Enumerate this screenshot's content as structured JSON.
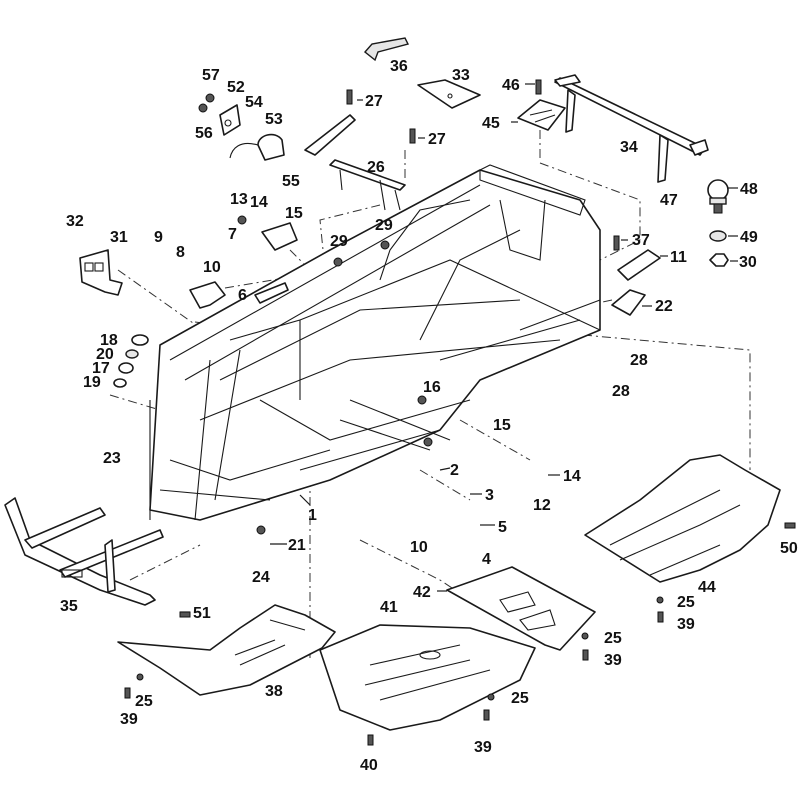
{
  "diagram": {
    "title": "Frame assembly exploded view",
    "callouts": [
      {
        "id": "c1",
        "label": "1"
      },
      {
        "id": "c2",
        "label": "2"
      },
      {
        "id": "c3",
        "label": "3"
      },
      {
        "id": "c4",
        "label": "4"
      },
      {
        "id": "c5",
        "label": "5"
      },
      {
        "id": "c6",
        "label": "6"
      },
      {
        "id": "c7",
        "label": "7"
      },
      {
        "id": "c8",
        "label": "8"
      },
      {
        "id": "c9",
        "label": "9"
      },
      {
        "id": "c10a",
        "label": "10"
      },
      {
        "id": "c10b",
        "label": "10"
      },
      {
        "id": "c11",
        "label": "11"
      },
      {
        "id": "c12",
        "label": "12"
      },
      {
        "id": "c13",
        "label": "13"
      },
      {
        "id": "c14a",
        "label": "14"
      },
      {
        "id": "c14b",
        "label": "14"
      },
      {
        "id": "c15a",
        "label": "15"
      },
      {
        "id": "c15b",
        "label": "15"
      },
      {
        "id": "c16",
        "label": "16"
      },
      {
        "id": "c17",
        "label": "17"
      },
      {
        "id": "c18",
        "label": "18"
      },
      {
        "id": "c19",
        "label": "19"
      },
      {
        "id": "c20",
        "label": "20"
      },
      {
        "id": "c21",
        "label": "21"
      },
      {
        "id": "c22",
        "label": "22"
      },
      {
        "id": "c23",
        "label": "23"
      },
      {
        "id": "c24",
        "label": "24"
      },
      {
        "id": "c25a",
        "label": "25"
      },
      {
        "id": "c25b",
        "label": "25"
      },
      {
        "id": "c25c",
        "label": "25"
      },
      {
        "id": "c25d",
        "label": "25"
      },
      {
        "id": "c26",
        "label": "26"
      },
      {
        "id": "c27a",
        "label": "27"
      },
      {
        "id": "c27b",
        "label": "27"
      },
      {
        "id": "c28a",
        "label": "28"
      },
      {
        "id": "c28b",
        "label": "28"
      },
      {
        "id": "c29a",
        "label": "29"
      },
      {
        "id": "c29b",
        "label": "29"
      },
      {
        "id": "c30",
        "label": "30"
      },
      {
        "id": "c31",
        "label": "31"
      },
      {
        "id": "c32",
        "label": "32"
      },
      {
        "id": "c33",
        "label": "33"
      },
      {
        "id": "c34",
        "label": "34"
      },
      {
        "id": "c35",
        "label": "35"
      },
      {
        "id": "c36",
        "label": "36"
      },
      {
        "id": "c37",
        "label": "37"
      },
      {
        "id": "c38",
        "label": "38"
      },
      {
        "id": "c39a",
        "label": "39"
      },
      {
        "id": "c39b",
        "label": "39"
      },
      {
        "id": "c39c",
        "label": "39"
      },
      {
        "id": "c39d",
        "label": "39"
      },
      {
        "id": "c40",
        "label": "40"
      },
      {
        "id": "c41",
        "label": "41"
      },
      {
        "id": "c42",
        "label": "42"
      },
      {
        "id": "c44",
        "label": "44"
      },
      {
        "id": "c45",
        "label": "45"
      },
      {
        "id": "c46",
        "label": "46"
      },
      {
        "id": "c47",
        "label": "47"
      },
      {
        "id": "c48",
        "label": "48"
      },
      {
        "id": "c49",
        "label": "49"
      },
      {
        "id": "c50",
        "label": "50"
      },
      {
        "id": "c51",
        "label": "51"
      },
      {
        "id": "c52",
        "label": "52"
      },
      {
        "id": "c53",
        "label": "53"
      },
      {
        "id": "c54",
        "label": "54"
      },
      {
        "id": "c55",
        "label": "55"
      },
      {
        "id": "c56",
        "label": "56"
      },
      {
        "id": "c57",
        "label": "57"
      }
    ]
  }
}
